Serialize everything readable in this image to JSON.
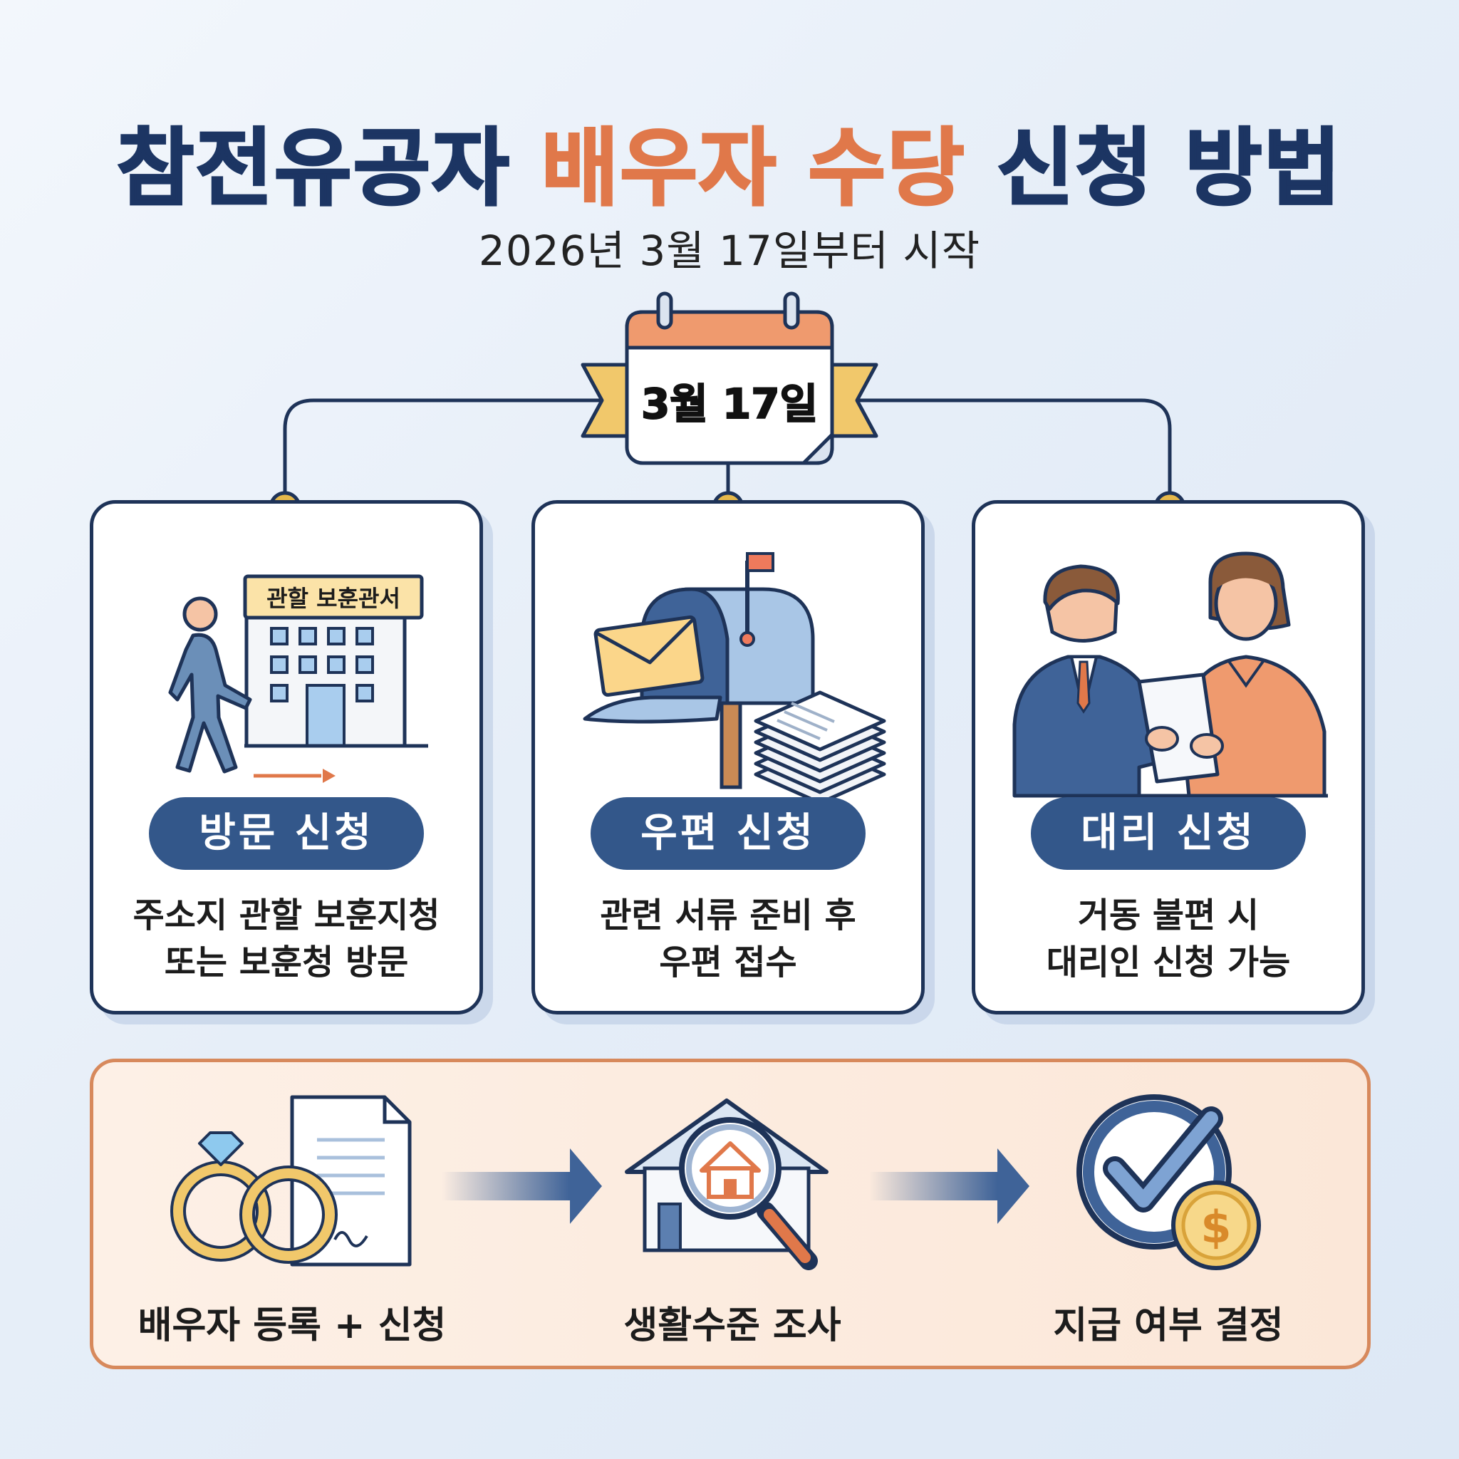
{
  "title": {
    "part1": "참전유공자 ",
    "highlight": "배우자 수당",
    "part2": " 신청 방법"
  },
  "subtitle": "2026년 3월 17일부터 시작",
  "calendar": {
    "date_label": "3월 17일"
  },
  "methods": [
    {
      "name": "방문 신청",
      "sign": "관할 보훈관서",
      "desc_line1": "주소지 관할 보훈지청",
      "desc_line2": "또는 보훈청 방문",
      "icon": "person-walking-to-building-icon"
    },
    {
      "name": "우편 신청",
      "desc_line1": "관련 서류 준비 후",
      "desc_line2": "우편 접수",
      "icon": "mailbox-icon"
    },
    {
      "name": "대리 신청",
      "desc_line1": "거동 불편 시",
      "desc_line2": "대리인 신청 가능",
      "icon": "agent-handing-document-icon"
    }
  ],
  "process": [
    {
      "label": "배우자 등록 + 신청",
      "icon": "rings-document-icon"
    },
    {
      "label": "생활수준 조사",
      "icon": "house-magnifier-icon"
    },
    {
      "label": "지급 여부 결정",
      "icon": "checkmark-coin-icon"
    }
  ],
  "colors": {
    "navy": "#1c3563",
    "accent_orange": "#e0784a",
    "pill_blue": "#33578a",
    "gold": "#e6b84a"
  }
}
